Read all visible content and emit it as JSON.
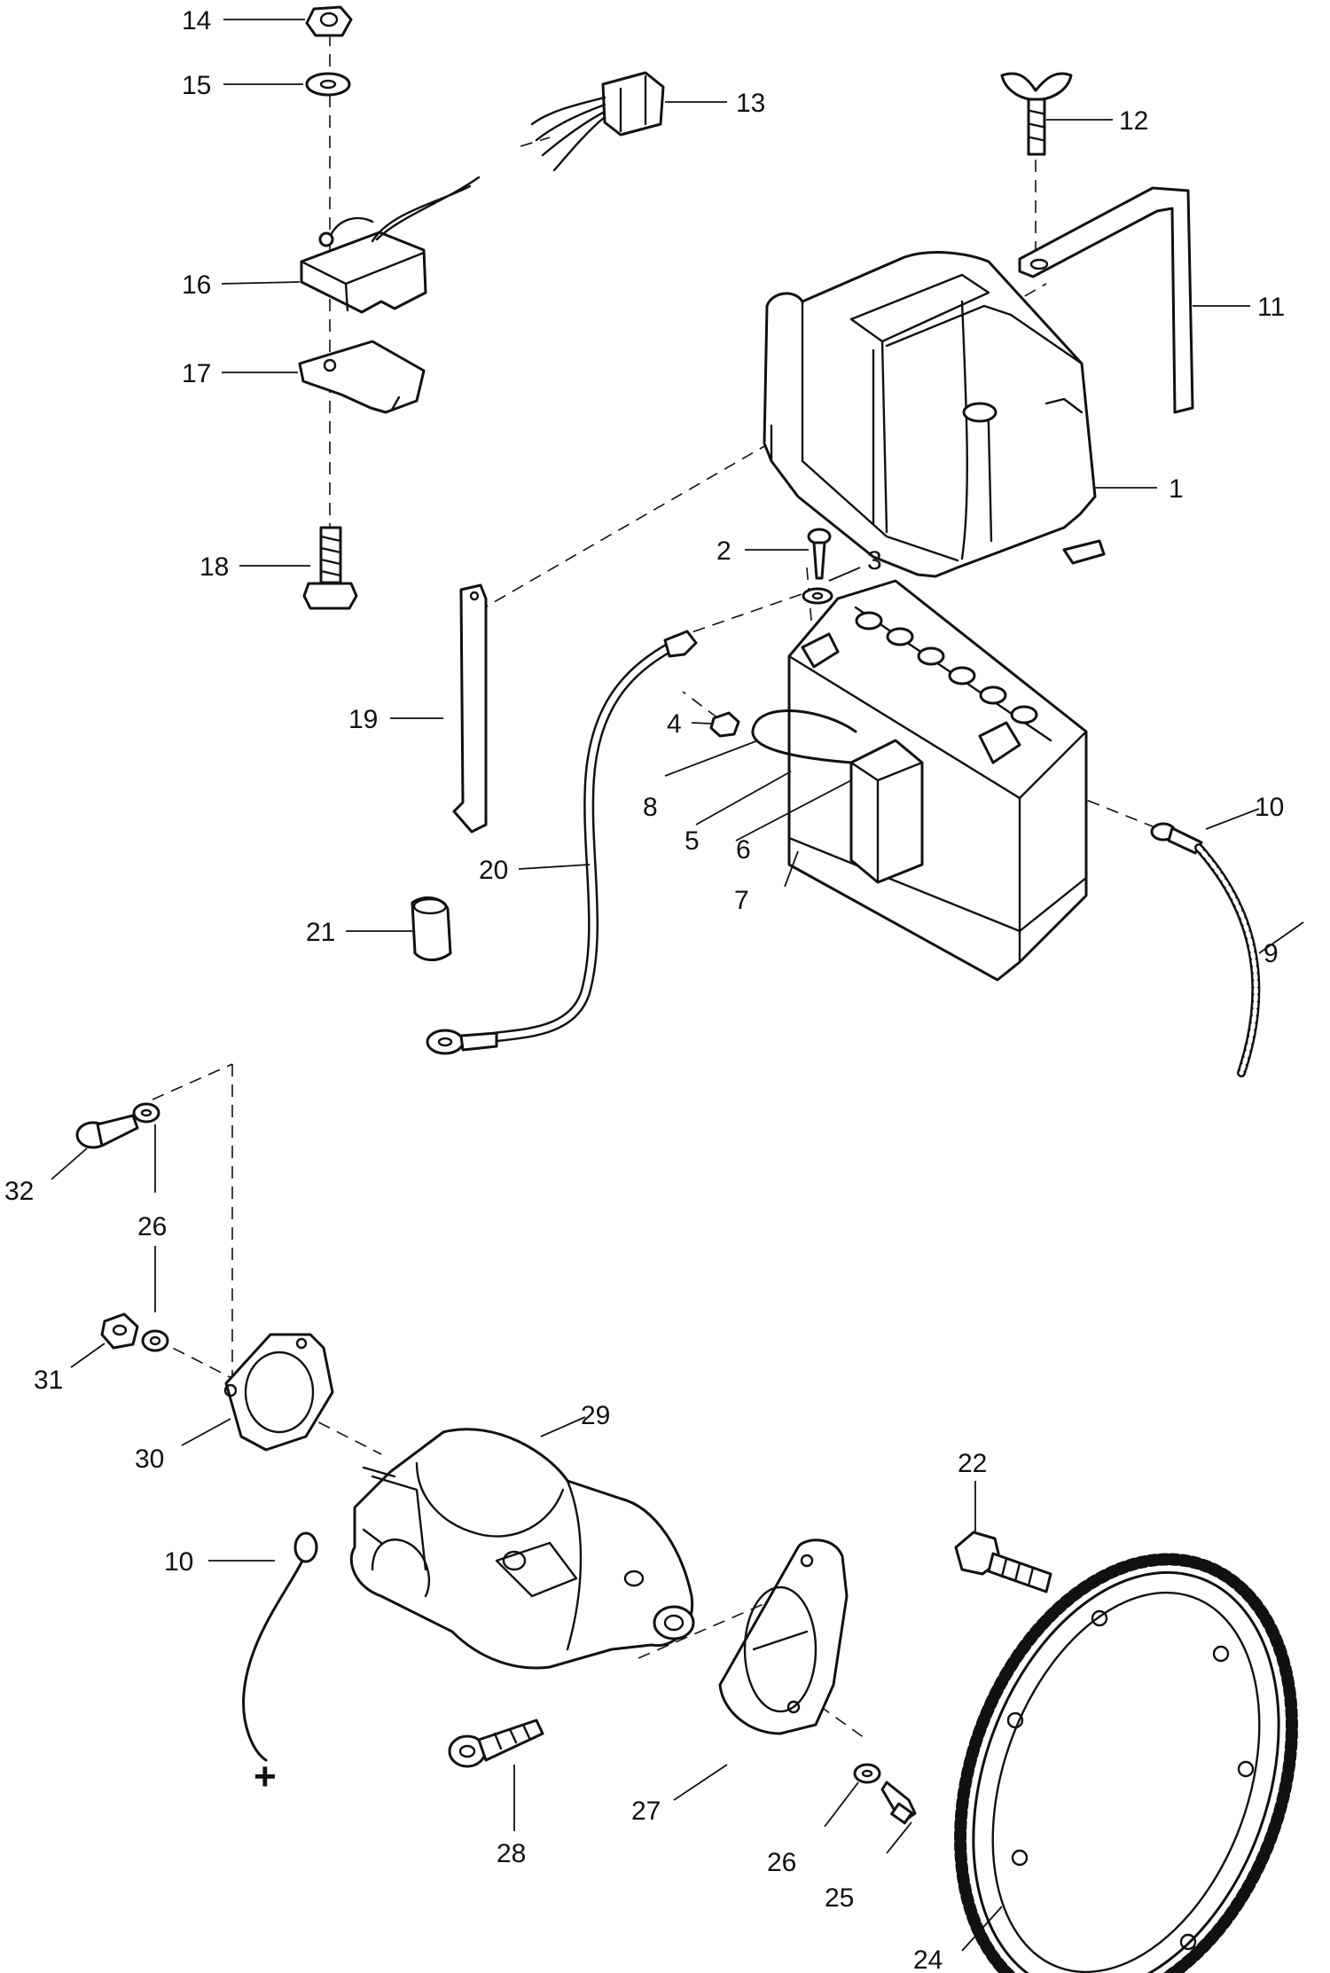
{
  "callouts": [
    {
      "id": "c14",
      "label": "14"
    },
    {
      "id": "c15",
      "label": "15"
    },
    {
      "id": "c13",
      "label": "13"
    },
    {
      "id": "c12",
      "label": "12"
    },
    {
      "id": "c16",
      "label": "16"
    },
    {
      "id": "c11",
      "label": "11"
    },
    {
      "id": "c17",
      "label": "17"
    },
    {
      "id": "c1",
      "label": "1"
    },
    {
      "id": "c18",
      "label": "18"
    },
    {
      "id": "c2",
      "label": "2"
    },
    {
      "id": "c3",
      "label": "3"
    },
    {
      "id": "c19",
      "label": "19"
    },
    {
      "id": "c4",
      "label": "4"
    },
    {
      "id": "c8",
      "label": "8"
    },
    {
      "id": "c10a",
      "label": "10"
    },
    {
      "id": "c5",
      "label": "5"
    },
    {
      "id": "c6",
      "label": "6"
    },
    {
      "id": "c20",
      "label": "20"
    },
    {
      "id": "c7",
      "label": "7"
    },
    {
      "id": "c9",
      "label": "9"
    },
    {
      "id": "c21",
      "label": "21"
    },
    {
      "id": "c32",
      "label": "32"
    },
    {
      "id": "c26a",
      "label": "26"
    },
    {
      "id": "c31",
      "label": "31"
    },
    {
      "id": "c29",
      "label": "29"
    },
    {
      "id": "c30",
      "label": "30"
    },
    {
      "id": "c22",
      "label": "22"
    },
    {
      "id": "c10b",
      "label": "10"
    },
    {
      "id": "c27",
      "label": "27"
    },
    {
      "id": "c28",
      "label": "28"
    },
    {
      "id": "c26b",
      "label": "26"
    },
    {
      "id": "c25",
      "label": "25"
    },
    {
      "id": "c24",
      "label": "24"
    }
  ],
  "terminal_symbol": "+"
}
